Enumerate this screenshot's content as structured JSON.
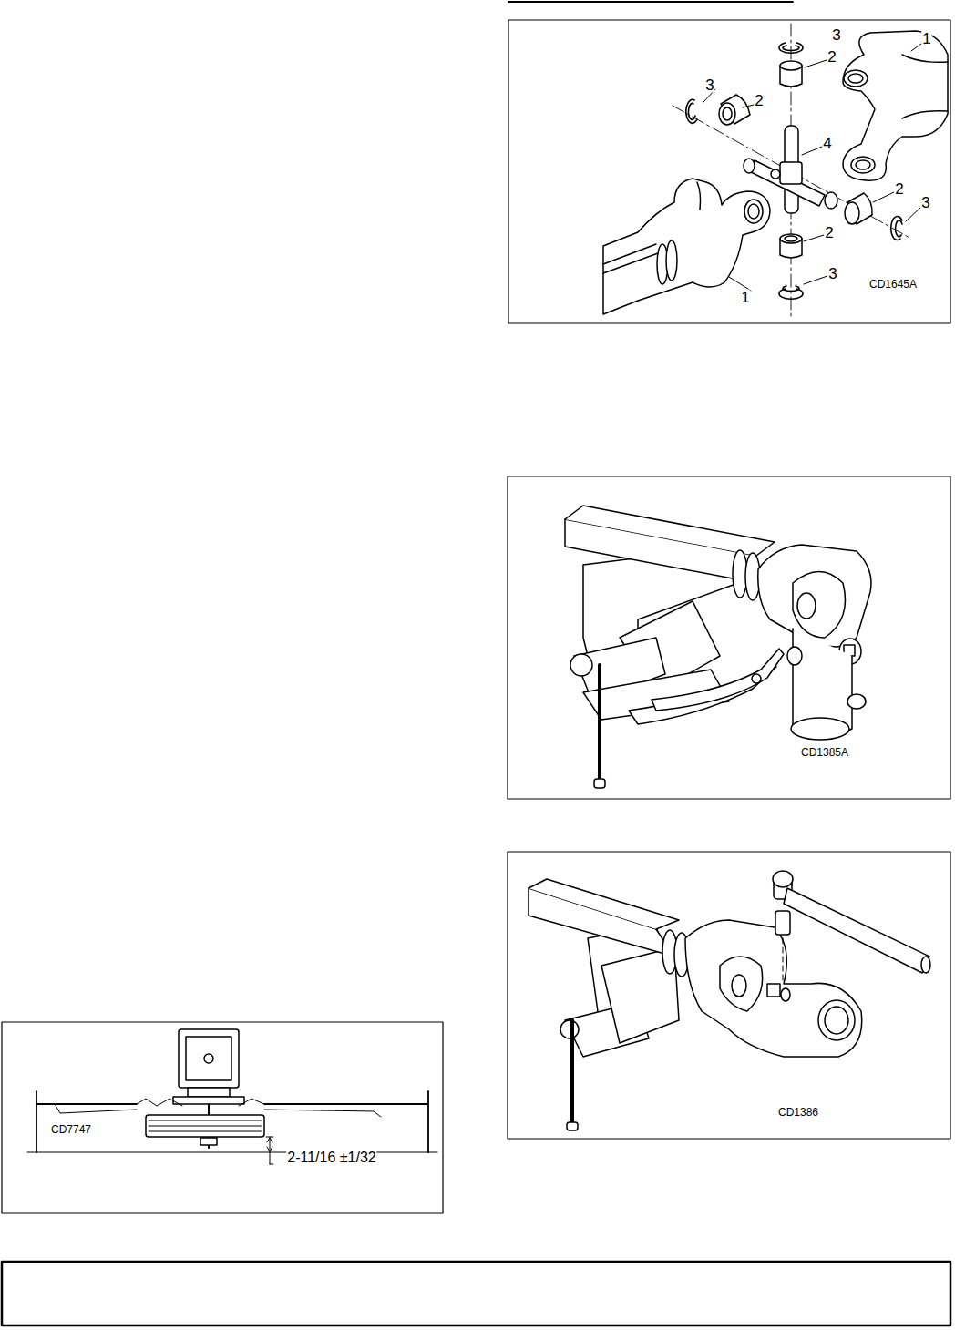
{
  "diagram": {
    "labels": [
      "3",
      "1",
      "3",
      "2",
      "2",
      "4",
      "2",
      "3",
      "2",
      "3",
      "1",
      "CD1645A",
      "CD1385A",
      "CD1386",
      "CD7747",
      "2-11/16 ±1/32"
    ]
  }
}
